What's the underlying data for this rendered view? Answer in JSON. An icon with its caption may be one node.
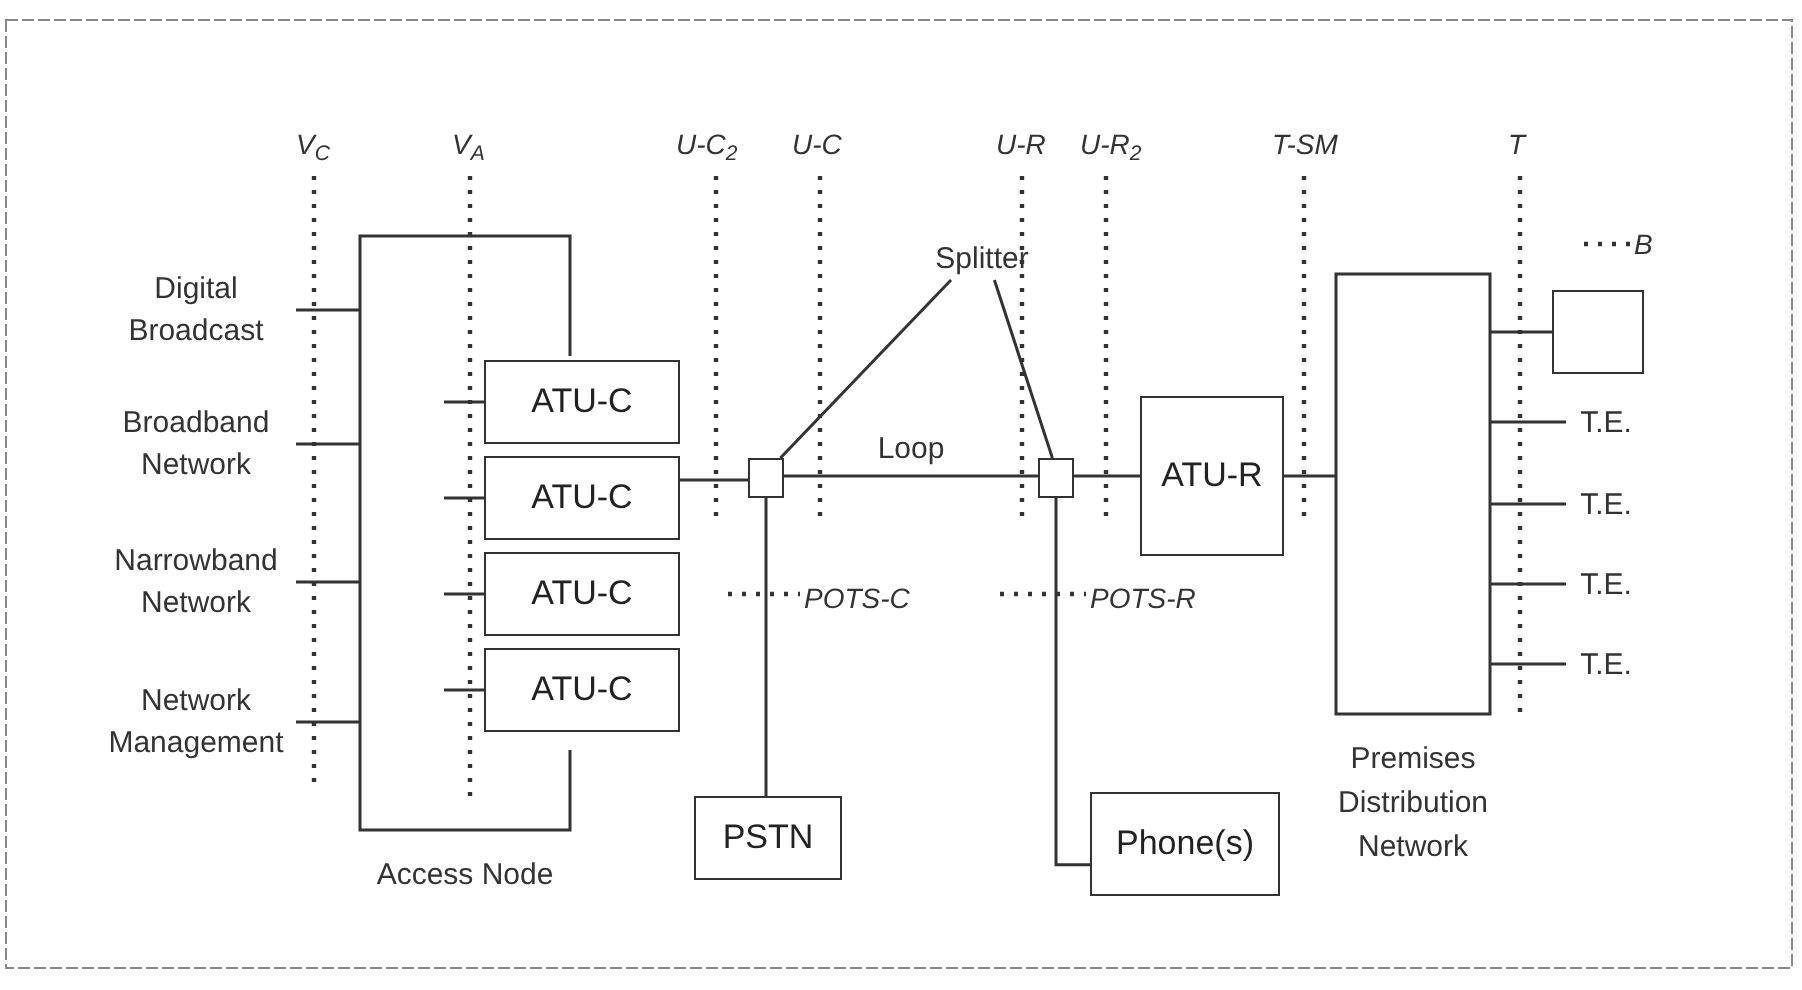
{
  "diagram": {
    "nodes": [
      {
        "text": [
          "Digital Broadcast"
        ]
      },
      {
        "text": [
          "Broadband Network"
        ]
      },
      {
        "text": [
          "Narrowband Network"
        ]
      },
      {
        "text": [
          "Network Management"
        ]
      },
      {
        "text": [
          "Access Node"
        ]
      },
      {
        "text": [
          "ATU-C"
        ]
      },
      {
        "text": [
          "ATU-C"
        ]
      },
      {
        "text": [
          "ATU-C"
        ]
      },
      {
        "text": [
          "ATU-C"
        ]
      },
      {
        "text": [],
        "shape": "box"
      },
      {
        "text": [],
        "shape": "box"
      },
      {
        "text": [
          "Splitter"
        ]
      },
      {
        "text": [
          "PSTN"
        ]
      },
      {
        "text": [
          "Phone(s)"
        ]
      },
      {
        "text": [
          "ATU-R"
        ]
      },
      {
        "text": [
          "Premises Distribution Network"
        ]
      },
      {
        "text": [],
        "shape": "box"
      },
      {
        "text": [
          "T.E."
        ]
      },
      {
        "text": [
          "T.E."
        ]
      },
      {
        "text": [
          "T.E."
        ]
      },
      {
        "text": [
          "T.E."
        ]
      }
    ],
    "edges": [
      {
        "from": 0,
        "to": 4,
        "arrow": "none"
      },
      {
        "from": 1,
        "to": 4,
        "arrow": "none"
      },
      {
        "from": 2,
        "to": 4,
        "arrow": "none"
      },
      {
        "from": 3,
        "to": 4,
        "arrow": "none"
      },
      {
        "from": 4,
        "to": 5,
        "arrow": "none"
      },
      {
        "from": 4,
        "to": 6,
        "arrow": "none"
      },
      {
        "from": 4,
        "to": 7,
        "arrow": "none"
      },
      {
        "from": 4,
        "to": 8,
        "arrow": "none"
      },
      {
        "from": 6,
        "to": 9,
        "arrow": "none"
      },
      {
        "from": 9,
        "to": 10,
        "arrow": "none",
        "label": "Loop"
      },
      {
        "from": 10,
        "to": 14,
        "arrow": "none"
      },
      {
        "from": 9,
        "to": 12,
        "arrow": "none"
      },
      {
        "from": 10,
        "to": 13,
        "arrow": "none"
      },
      {
        "from": 11,
        "to": 9,
        "arrow": "none"
      },
      {
        "from": 11,
        "to": 10,
        "arrow": "none"
      },
      {
        "from": 14,
        "to": 15,
        "arrow": "none"
      },
      {
        "from": 15,
        "to": 16,
        "arrow": "none"
      },
      {
        "from": 15,
        "to": 17,
        "arrow": "none"
      },
      {
        "from": 15,
        "to": 18,
        "arrow": "none"
      },
      {
        "from": 15,
        "to": 19,
        "arrow": "none"
      },
      {
        "from": 15,
        "to": 20,
        "arrow": "none"
      }
    ],
    "labels": [
      "V$_{C}$",
      "V$_{A}$",
      "U-C$_{2}$",
      "U-C",
      "U-R",
      "U-R$_{2}$",
      "T-SM",
      "T",
      "B",
      "POTS-C",
      "POTS-R"
    ]
  }
}
